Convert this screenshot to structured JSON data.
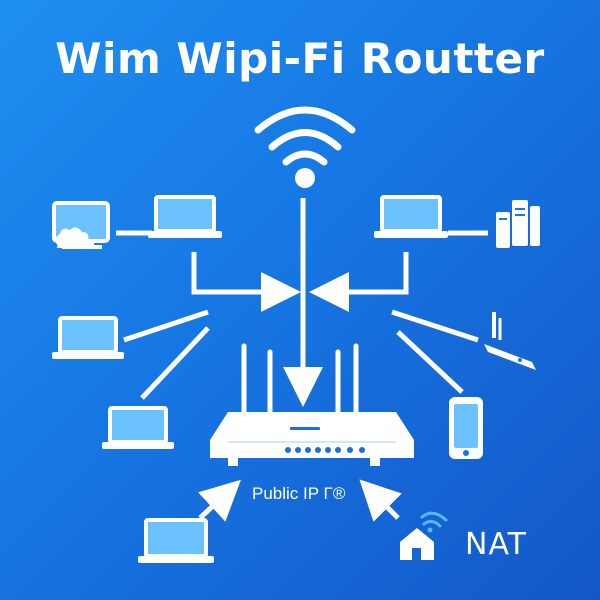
{
  "title": "Wim Wipi-Fi Routter",
  "labels": {
    "public_ip": "Public IP Γ®",
    "nat": "NAT"
  },
  "colors": {
    "background_start": "#1f8ff0",
    "background_end": "#1457c8",
    "foreground": "#ffffff",
    "screen": "#6cc1ff",
    "router_lights": "#1a6fd8"
  },
  "icons": [
    "wifi-signal-icon",
    "desktop-computer-icon",
    "laptop-icon",
    "server-icon",
    "wireless-access-point-icon",
    "smartphone-icon",
    "home-network-icon",
    "router-icon"
  ]
}
